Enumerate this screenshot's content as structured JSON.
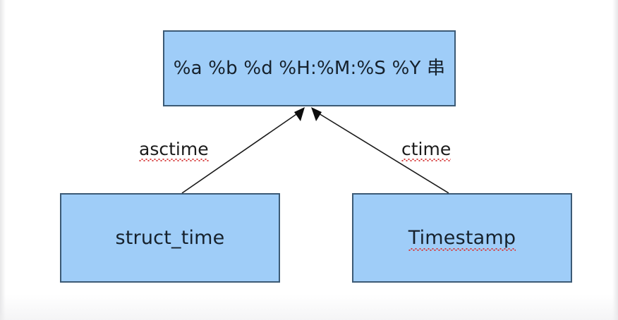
{
  "diagram": {
    "title": "time conversion diagram",
    "background_color": "#ffffff",
    "node_fill_color": "#9FCDF8",
    "node_border_color": "#3C5A75",
    "text_color": "#16212c",
    "edge_color": "#1a1a1a",
    "spellcheck_underline_color": "#d63a3a",
    "nodes": [
      {
        "id": "format",
        "label": "%a %b %d %H:%M:%S %Y 串",
        "spellchecked": false
      },
      {
        "id": "structtime",
        "label": "struct_time",
        "spellchecked": false
      },
      {
        "id": "timestamp",
        "label": "Timestamp",
        "spellchecked": true
      }
    ],
    "edges": [
      {
        "id": "asctime",
        "label": "asctime",
        "from": "structtime",
        "to": "format",
        "arrowhead": "filled-triangle",
        "spellchecked": true
      },
      {
        "id": "ctime",
        "label": "ctime",
        "from": "timestamp",
        "to": "format",
        "arrowhead": "filled-triangle",
        "spellchecked": true
      }
    ]
  }
}
